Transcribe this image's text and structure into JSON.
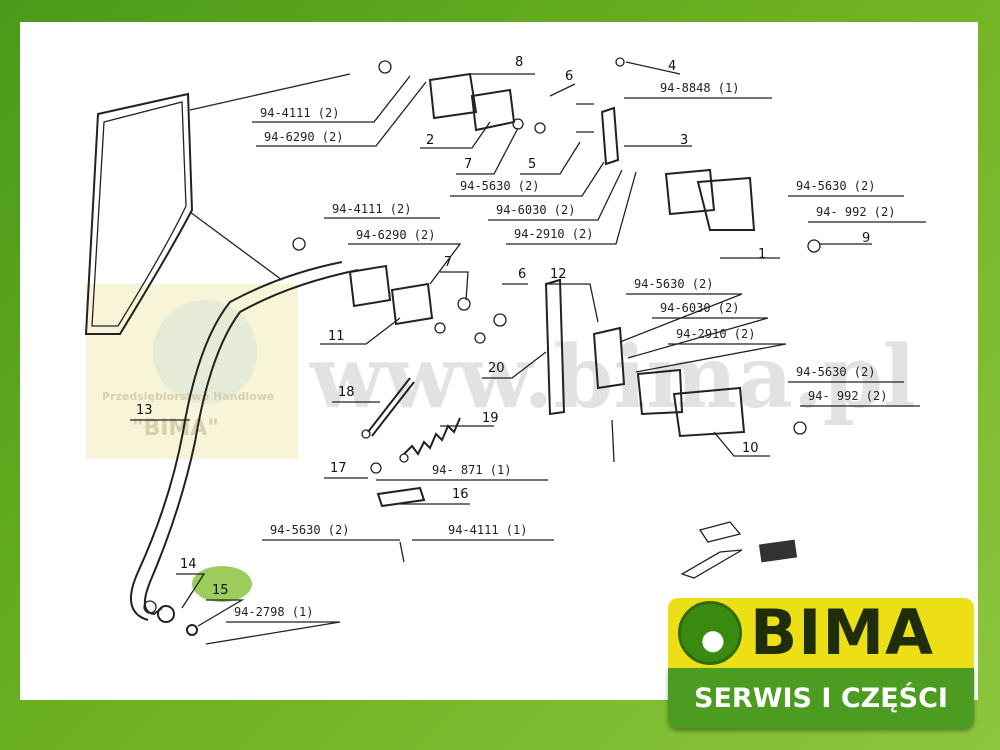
{
  "watermark": {
    "site": "www.bima.pl",
    "company_line": "Przedsiębiorstwo Handlowe",
    "company_name": "\"BIMA\""
  },
  "callouts": {
    "c1": "1",
    "c2": "2",
    "c3": "3",
    "c4": "4",
    "c5": "5",
    "c6a": "6",
    "c6b": "6",
    "c7a": "7",
    "c7b": "7",
    "c8": "8",
    "c9": "9",
    "c10": "10",
    "c11": "11",
    "c12": "12",
    "c13": "13",
    "c14": "14",
    "c15": "15",
    "c16": "16",
    "c17": "17",
    "c18": "18",
    "c19": "19",
    "c20": "20"
  },
  "refs": {
    "r1": "94-4111 (2)",
    "r2": "94-6290 (2)",
    "r3": "94-8848 (1)",
    "r4": "94-5630 (2)",
    "r5": "94-6030 (2)",
    "r6": "94-2910 (2)",
    "r7": "94-5630 (2)",
    "r8": "94- 992 (2)",
    "r9": "94-4111 (2)",
    "r10": "94-6290 (2)",
    "r11": "94-5630 (2)",
    "r12": "94-6030 (2)",
    "r13": "94-2910 (2)",
    "r14": "94-5630 (2)",
    "r15": "94- 992 (2)",
    "r16": "94- 871 (1)",
    "r17": "94-5630 (2)",
    "r18": "94-4111 (1)",
    "r19": "94-2798 (1)"
  },
  "logo": {
    "name": "BIMA",
    "tagline": "SERWIS I CZĘŚCI"
  },
  "colors": {
    "frame_green": "#6cb020",
    "highlight": "#9ccc5c",
    "logo_yellow": "#ecdf15",
    "logo_green": "#4b9c20"
  }
}
